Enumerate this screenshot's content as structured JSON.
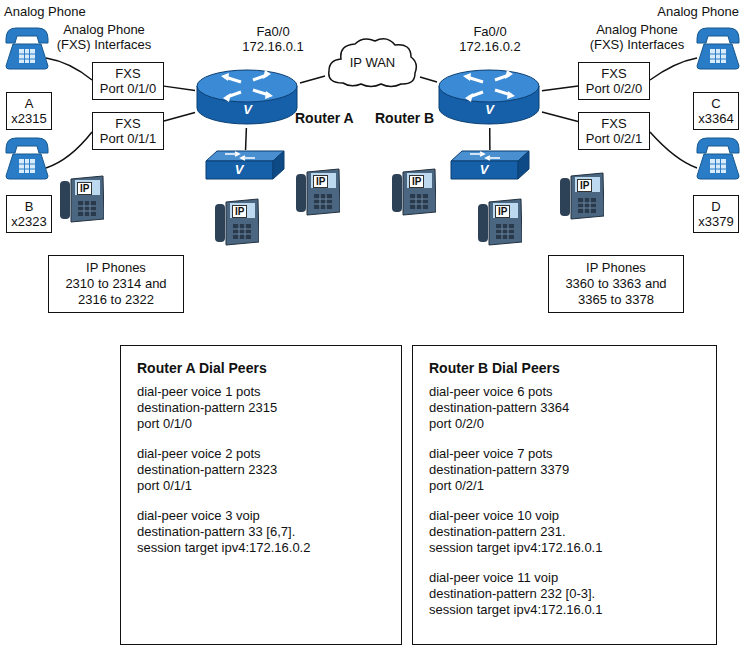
{
  "diagram": {
    "nodes": [
      {
        "text": [
          "FXS",
          "Port 0/1/0"
        ]
      },
      {
        "text": [
          "FXS",
          "Port 0/1/1"
        ]
      },
      {
        "text": [
          "A",
          "x2315"
        ]
      },
      {
        "text": [
          "B",
          "x2323"
        ]
      },
      {
        "text": [
          "V",
          "Router A"
        ]
      },
      {
        "text": [
          "IP WAN"
        ]
      },
      {
        "text": [
          "V",
          "Router B"
        ]
      },
      {
        "text": [
          "FXS",
          "Port 0/2/0"
        ]
      },
      {
        "text": [
          "FXS",
          "Port 0/2/1"
        ]
      },
      {
        "text": [
          "C",
          "x3364"
        ]
      },
      {
        "text": [
          "D",
          "x3379"
        ]
      },
      {
        "text": [
          "V"
        ]
      },
      {
        "text": [
          "V"
        ]
      },
      {
        "text": [
          "IP Phones",
          "2310 to 2314 and 2316 to 2322"
        ]
      },
      {
        "text": [
          "IP Phones",
          "3360 to 3363 and 3365 to 3378"
        ]
      },
      {
        "text": [
          "Router A Dial Peers",
          "dial-peer voice 1 pots",
          "destination-pattern 2315",
          "port 0/1/0",
          "dial-peer voice 2 pots",
          "destination-pattern 2323",
          "port 0/1/1",
          "dial-peer voice 3 voip",
          "destination-pattern 33 [6,7].",
          "session target ipv4:172.16.0.2"
        ]
      },
      {
        "text": [
          "Router B Dial Peers",
          "dial-peer voice 6 pots",
          "destination-pattern 3364",
          "port 0/2/0",
          "dial-peer voice 7 pots",
          "destination-pattern 3379",
          "port 0/2/1",
          "dial-peer voice 10 voip",
          "destination-pattern 231.",
          "session target ipv4:172.16.0.1",
          "dial-peer voice 11 voip",
          "destination-pattern 232 [0-3].",
          "session target ipv4:172.16.0.1"
        ]
      }
    ],
    "edges": [
      {
        "from": 0,
        "to": 4,
        "arrow": "none"
      },
      {
        "from": 1,
        "to": 4,
        "arrow": "none"
      },
      {
        "from": 4,
        "to": 5,
        "arrow": "none"
      },
      {
        "from": 5,
        "to": 6,
        "arrow": "none"
      },
      {
        "from": 6,
        "to": 7,
        "arrow": "none"
      },
      {
        "from": 6,
        "to": 8,
        "arrow": "none"
      },
      {
        "from": 4,
        "to": 11,
        "arrow": "none"
      },
      {
        "from": 6,
        "to": 12,
        "arrow": "none"
      }
    ],
    "labels": [
      "Analog Phone",
      "Analog Phone",
      "Analog Phone (FXS) Interfaces",
      "Analog Phone (FXS) Interfaces",
      "Fa0/0 172.16.0.1",
      "Fa0/0 172.16.0.2",
      "IP",
      "IP",
      "IP",
      "IP",
      "IP",
      "IP"
    ]
  }
}
